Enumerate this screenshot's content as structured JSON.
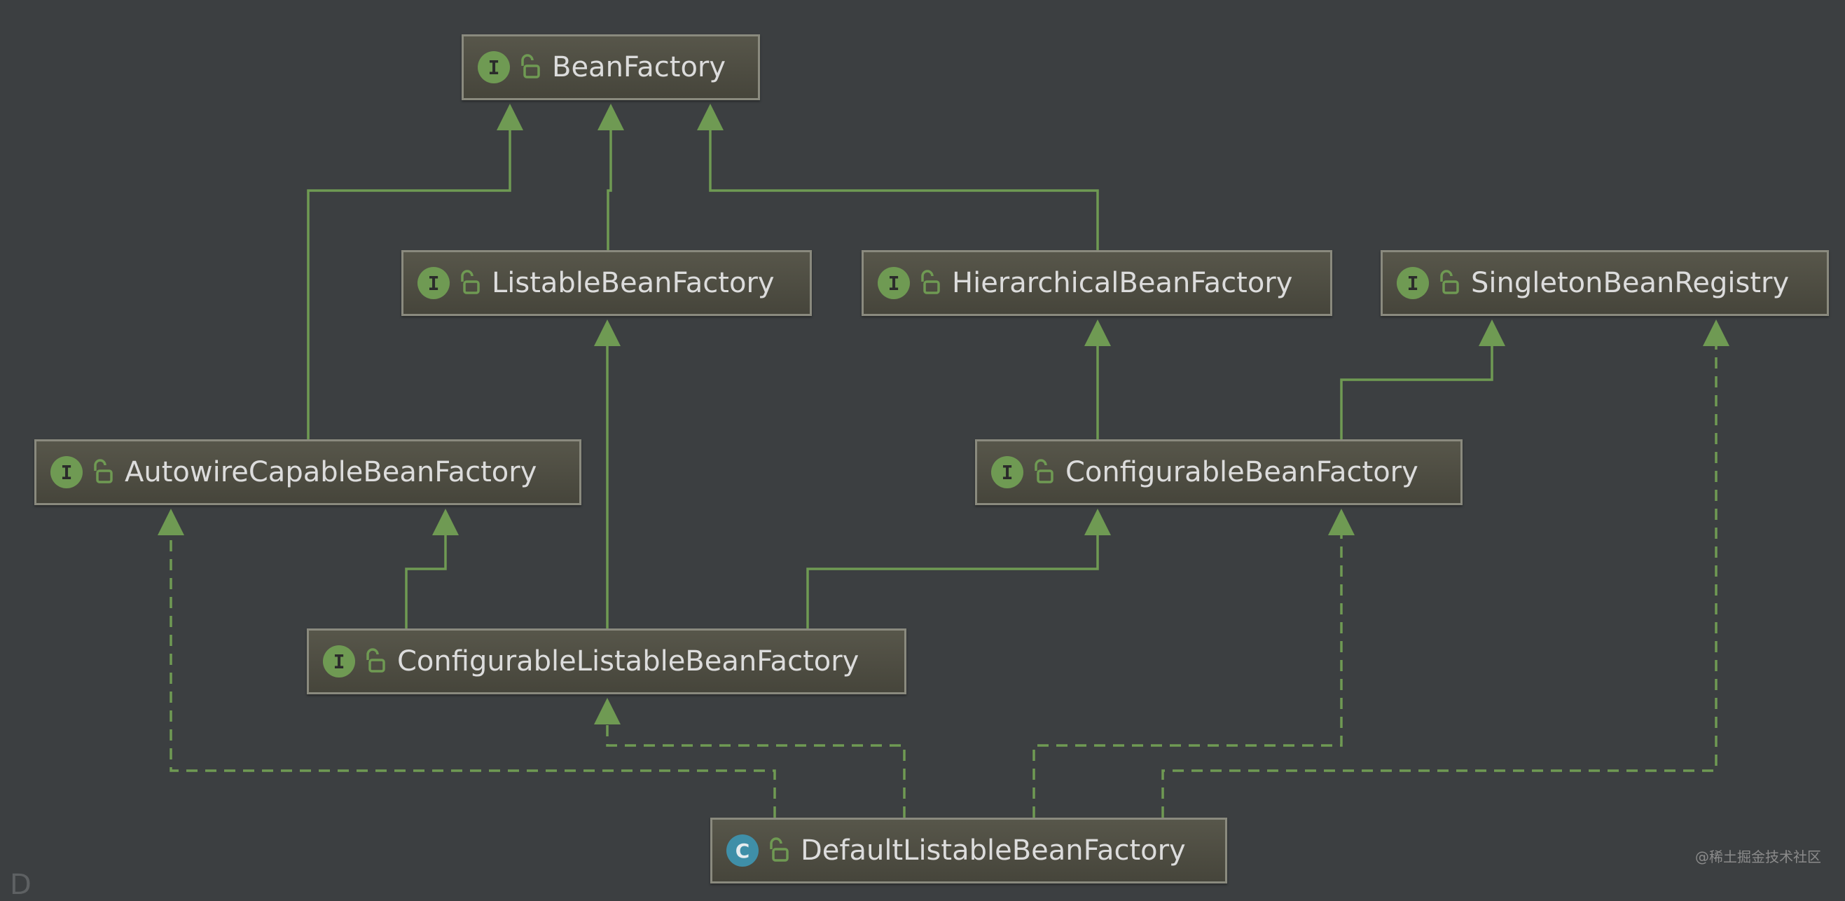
{
  "diagram": {
    "colors": {
      "background": "#3c3f41",
      "edge": "#6f9a53",
      "interface_badge": "#6f9a53",
      "class_badge": "#3f8fa8"
    },
    "nodes": [
      {
        "id": "bean-factory",
        "label": "BeanFactory",
        "kind": "interface",
        "badge": "I",
        "visibility_icon": "unlock-icon"
      },
      {
        "id": "listable-bean-factory",
        "label": "ListableBeanFactory",
        "kind": "interface",
        "badge": "I",
        "visibility_icon": "unlock-icon"
      },
      {
        "id": "hierarchical-bean-factory",
        "label": "HierarchicalBeanFactory",
        "kind": "interface",
        "badge": "I",
        "visibility_icon": "unlock-icon"
      },
      {
        "id": "singleton-bean-registry",
        "label": "SingletonBeanRegistry",
        "kind": "interface",
        "badge": "I",
        "visibility_icon": "unlock-icon"
      },
      {
        "id": "autowire-capable-bean-factory",
        "label": "AutowireCapableBeanFactory",
        "kind": "interface",
        "badge": "I",
        "visibility_icon": "unlock-icon"
      },
      {
        "id": "configurable-bean-factory",
        "label": "ConfigurableBeanFactory",
        "kind": "interface",
        "badge": "I",
        "visibility_icon": "unlock-icon"
      },
      {
        "id": "configurable-listable-bean-factory",
        "label": "ConfigurableListableBeanFactory",
        "kind": "interface",
        "badge": "I",
        "visibility_icon": "unlock-icon"
      },
      {
        "id": "default-listable-bean-factory",
        "label": "DefaultListableBeanFactory",
        "kind": "class",
        "badge": "C",
        "visibility_icon": "unlock-icon"
      }
    ],
    "edges": [
      {
        "from": "autowire-capable-bean-factory",
        "to": "bean-factory",
        "type": "extends"
      },
      {
        "from": "listable-bean-factory",
        "to": "bean-factory",
        "type": "extends"
      },
      {
        "from": "hierarchical-bean-factory",
        "to": "bean-factory",
        "type": "extends"
      },
      {
        "from": "configurable-listable-bean-factory",
        "to": "listable-bean-factory",
        "type": "extends"
      },
      {
        "from": "configurable-bean-factory",
        "to": "hierarchical-bean-factory",
        "type": "extends"
      },
      {
        "from": "configurable-bean-factory",
        "to": "singleton-bean-registry",
        "type": "extends"
      },
      {
        "from": "configurable-listable-bean-factory",
        "to": "autowire-capable-bean-factory",
        "type": "extends"
      },
      {
        "from": "configurable-listable-bean-factory",
        "to": "configurable-bean-factory",
        "type": "extends"
      },
      {
        "from": "default-listable-bean-factory",
        "to": "autowire-capable-bean-factory",
        "type": "implements"
      },
      {
        "from": "default-listable-bean-factory",
        "to": "configurable-listable-bean-factory",
        "type": "implements"
      },
      {
        "from": "default-listable-bean-factory",
        "to": "configurable-bean-factory",
        "type": "implements"
      },
      {
        "from": "default-listable-bean-factory",
        "to": "singleton-bean-registry",
        "type": "implements"
      }
    ]
  },
  "watermark": "@稀土掘金技术社区",
  "cut_text": "D"
}
